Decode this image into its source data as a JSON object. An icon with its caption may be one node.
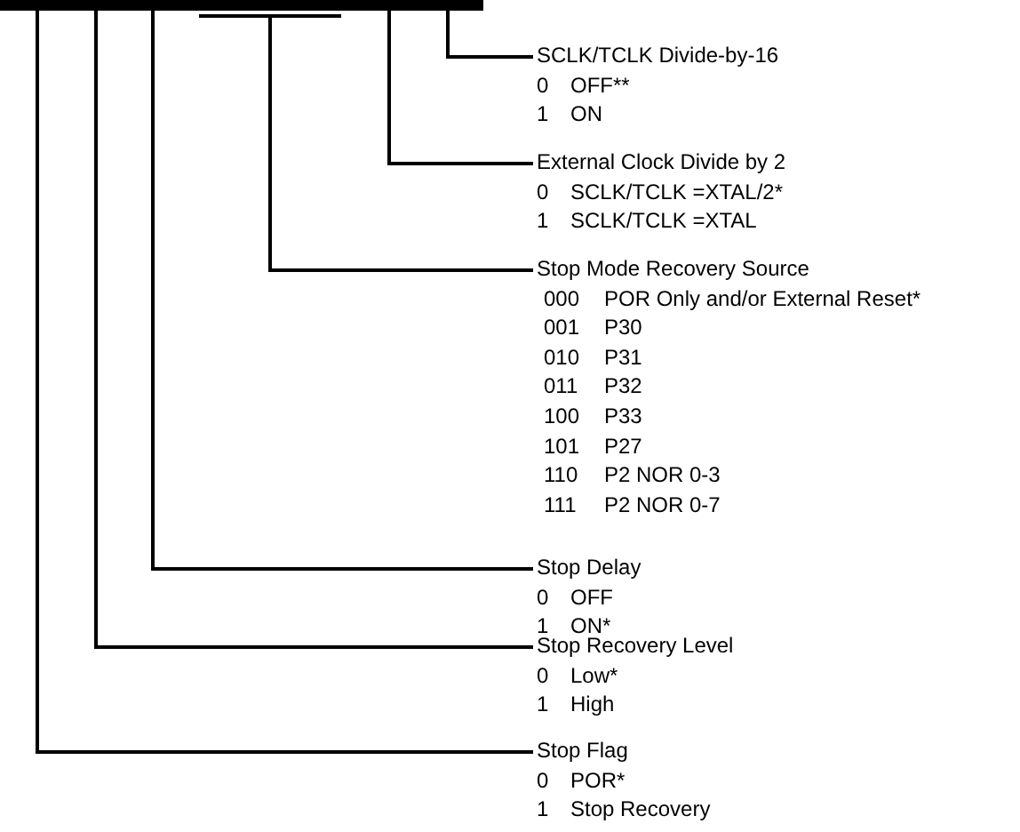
{
  "diagram": {
    "nodes": [
      {
        "text": [],
        "shape": "bar"
      },
      {
        "text": [
          "SCLK/TCLK Divide-by-16",
          "0 OFF**",
          "1 ON"
        ]
      },
      {
        "text": [
          "External Clock Divide by 2",
          "0 SCLK/TCLK =XTAL/2*",
          "1 SCLK/TCLK =XTAL"
        ]
      },
      {
        "text": [
          "Stop Mode Recovery Source",
          "000 POR Only and/or External Reset*",
          "001 P30",
          "010 P31",
          "011 P32",
          "100 P33",
          "101 P27",
          "110 P2 NOR 0-3",
          "111 P2 NOR 0-7"
        ]
      },
      {
        "text": [
          "Stop Delay",
          "0 OFF",
          "1 ON*"
        ]
      },
      {
        "text": [
          "Stop Recovery Level",
          "0 Low*",
          "1 High"
        ]
      },
      {
        "text": [
          "Stop Flag",
          "0 POR*",
          "1 Stop Recovery"
        ]
      }
    ],
    "edges": [
      {
        "from": 1,
        "to": 0,
        "arrow": "none"
      },
      {
        "from": 2,
        "to": 0,
        "arrow": "none"
      },
      {
        "from": 3,
        "to": 0,
        "arrow": "none"
      },
      {
        "from": 4,
        "to": 0,
        "arrow": "none"
      },
      {
        "from": 5,
        "to": 0,
        "arrow": "none"
      },
      {
        "from": 6,
        "to": 0,
        "arrow": "none"
      }
    ]
  }
}
